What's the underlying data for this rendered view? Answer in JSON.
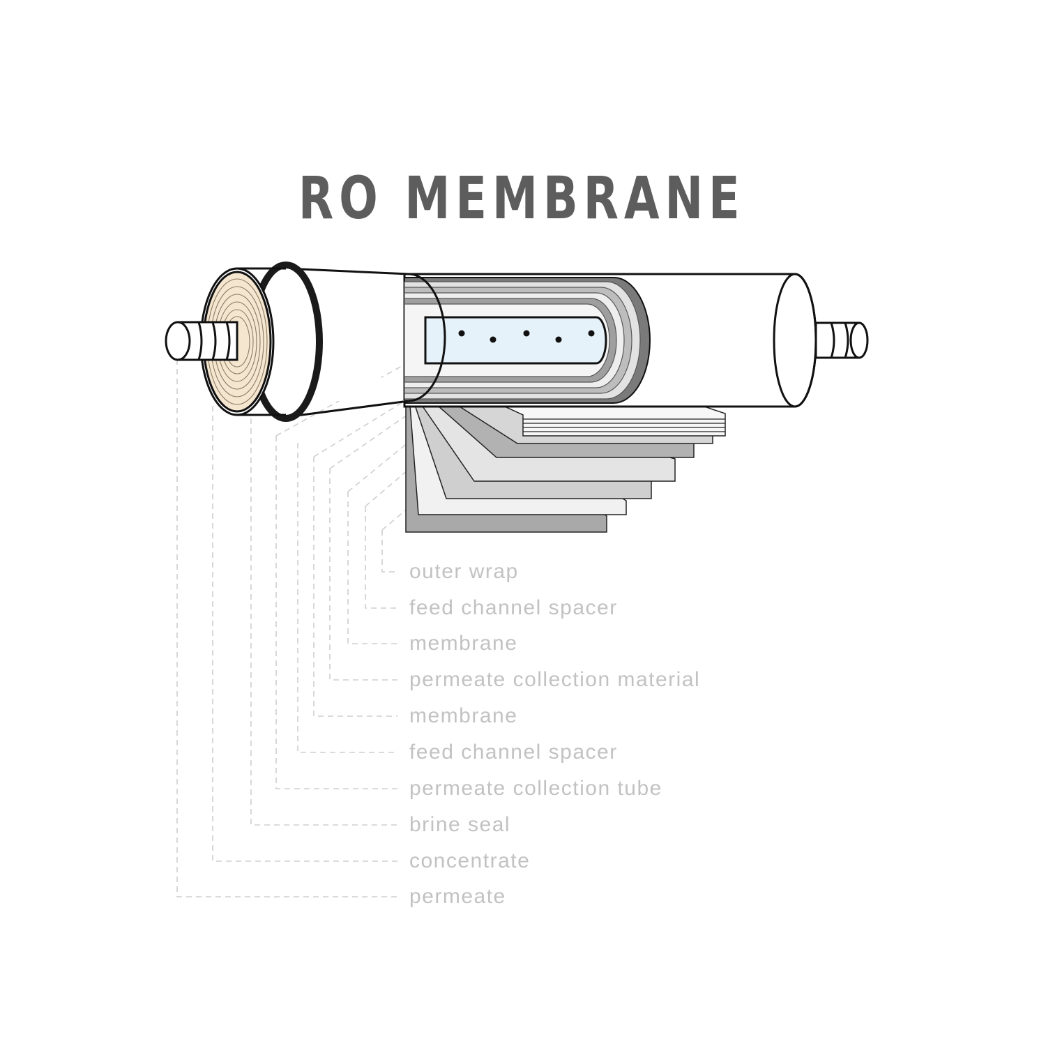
{
  "title": "RO MEMBRANE",
  "labels": [
    "outer wrap",
    "feed channel spacer",
    "membrane",
    "permeate collection material",
    "membrane",
    "feed channel spacer",
    "permeate collection tube",
    "brine seal",
    "concentrate",
    "permeate"
  ],
  "colors": {
    "background": "#ffffff",
    "title": "#5d5d5d",
    "label_text": "#c2c2c2",
    "leader_line": "#cfcfcf",
    "outline": "#111111",
    "end_cap_fill": "#f5e6cf"
  }
}
